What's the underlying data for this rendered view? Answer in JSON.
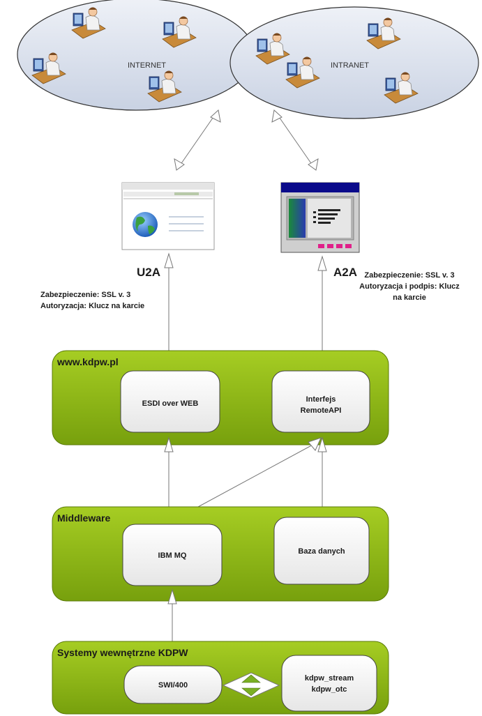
{
  "clouds": {
    "internet_label": "INTERNET",
    "intranet_label": "INTRANET"
  },
  "channels": {
    "u2a": {
      "label": "U2A",
      "note_line1": "Zabezpieczenie: SSL v. 3",
      "note_line2": "Autoryzacja: Klucz na karcie"
    },
    "a2a": {
      "label": "A2A",
      "note_line1": "Zabezpieczenie: SSL v. 3",
      "note_line2": "Autoryzacja i podpis: Klucz",
      "note_line3": "na karcie"
    }
  },
  "groups": {
    "web": {
      "title": "www.kdpw.pl",
      "box1": "ESDI over WEB",
      "box2_line1": "Interfejs",
      "box2_line2": "RemoteAPI"
    },
    "middleware": {
      "title": "Middleware",
      "box1": "IBM  MQ",
      "box2": "Baza danych"
    },
    "internal": {
      "title": "Systemy wewnętrzne KDPW",
      "box1": "SWI/400",
      "box2_line1": "kdpw_stream",
      "box2_line2": "kdpw_otc"
    }
  },
  "colors": {
    "cloud_fill": "#dde3ee",
    "group_fill": "#8ab517",
    "box_fill": "#f4f4f4",
    "browser_bar": "#0a0a8a"
  }
}
